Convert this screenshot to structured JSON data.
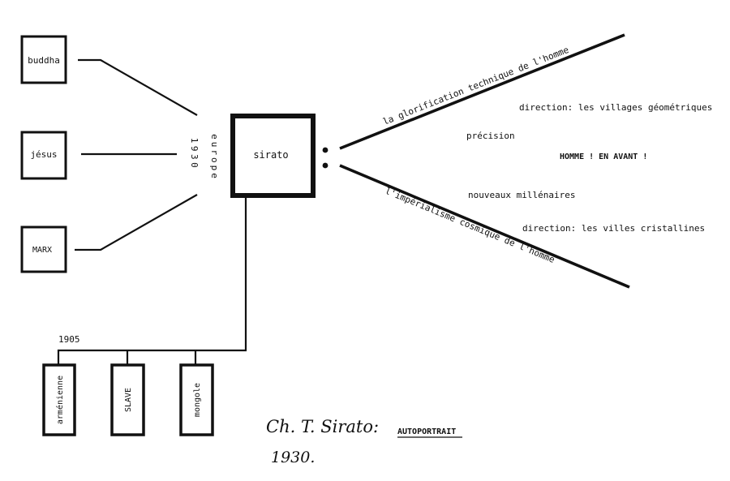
{
  "left_boxes": [
    {
      "label": "buddha"
    },
    {
      "label": "jésus"
    },
    {
      "label": "MARX"
    }
  ],
  "vertical_labels": {
    "year": "1930",
    "place": "europe"
  },
  "center_box": {
    "label": "sirato"
  },
  "rays": {
    "upper": "la glorification technique de l'homme",
    "lower": "l'impérialisme cosmique de l'homme"
  },
  "right_texts": {
    "direction_upper": "direction: les villages géométriques",
    "precision": "précision",
    "slogan": "HOMME ! EN AVANT !",
    "millenaires": "nouveaux millénaires",
    "direction_lower": "direction: les villes cristallines"
  },
  "origins": {
    "year": "1905",
    "boxes": [
      {
        "label": "arménienne"
      },
      {
        "label": "SLAVE"
      },
      {
        "label": "mongole"
      }
    ]
  },
  "signature": {
    "name": "Ch. T. Sirato:",
    "year": "1930."
  },
  "title": "AUTOPORTRAIT"
}
